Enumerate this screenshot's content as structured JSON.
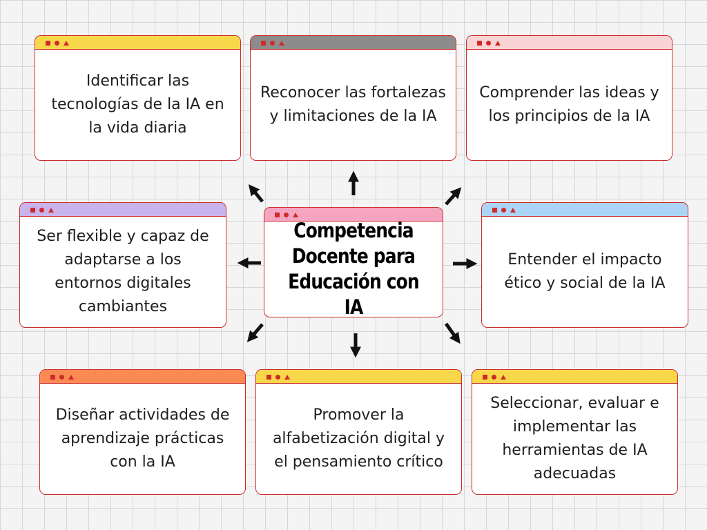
{
  "colors": {
    "border": "#cf2a2a",
    "grid": "#d6d6d6",
    "background": "#f4f4f4"
  },
  "center": {
    "title": "Competencia\nDocente para\nEducación con IA",
    "bar_color": "#f5a5c0"
  },
  "cards": {
    "identify": {
      "text": "Identificar las\ntecnologías de la IA en\nla vida diaria",
      "bar_color": "#f8d84a"
    },
    "recognize": {
      "text": "Reconocer las fortalezas\ny limitaciones de la IA",
      "bar_color": "#8c8c8c"
    },
    "understand": {
      "text": "Comprender las ideas y\nlos principios de la IA",
      "bar_color": "#fad4d4"
    },
    "flexible": {
      "text": "Ser flexible y capaz de\nadaptarse a los\nentornos digitales\ncambiantes",
      "bar_color": "#c8b3ec"
    },
    "ethics": {
      "text": "Entender el impacto\nético y social de la IA",
      "bar_color": "#acd4f6"
    },
    "design": {
      "text": "Diseñar actividades de\naprendizaje prácticas\ncon la IA",
      "bar_color": "#fa8a52"
    },
    "promote": {
      "text": "Promover  la\nalfabetización digital y\nel pensamiento crítico",
      "bar_color": "#f8d84a"
    },
    "select": {
      "text": "Seleccionar, evaluar e\nimplementar las\nherramientas de IA\nadecuadas",
      "bar_color": "#f8d84a"
    }
  }
}
